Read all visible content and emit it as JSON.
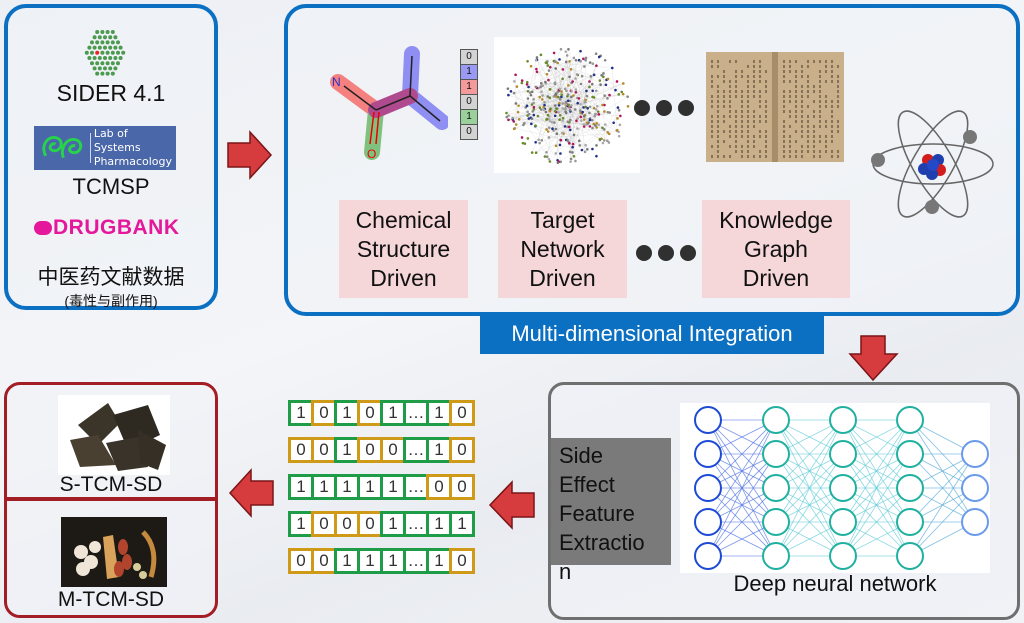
{
  "data_sources": {
    "sider_label": "SIDER 4.1",
    "tcmsp_logo_line1": "Lab of Systems",
    "tcmsp_logo_line2": "Pharmacology",
    "tcmsp_label": "TCMSP",
    "drugbank_label": "DRUGBANK",
    "tcm_literature_label": "中医药文献数据",
    "tcm_literature_sub": "(毒性与副作用)"
  },
  "integration": {
    "molecule_atoms": [
      "N",
      "O"
    ],
    "fingerprint_bits": [
      {
        "value": "0",
        "color": "#d3d3d3"
      },
      {
        "value": "1",
        "color": "#9a9af5"
      },
      {
        "value": "1",
        "color": "#f59a9a"
      },
      {
        "value": "0",
        "color": "#d3d3d3"
      },
      {
        "value": "1",
        "color": "#9ad09a"
      },
      {
        "value": "0",
        "color": "#d3d3d3"
      }
    ],
    "methods": [
      {
        "label": "Chemical Structure Driven"
      },
      {
        "label": "Target Network Driven"
      },
      {
        "label": "Knowledge Graph Driven"
      }
    ],
    "caption": "Multi-dimensional Integration"
  },
  "network": {
    "side_label": "Side Effect Feature Extractio n",
    "side_label_lines": [
      "Side",
      "Effect",
      "Feature",
      "Extractio",
      "n"
    ],
    "caption": "Deep neural network",
    "layers": [
      5,
      5,
      5,
      5,
      3
    ]
  },
  "feature_vectors": [
    [
      "1",
      "0",
      "1",
      "0",
      "1",
      "...",
      "1",
      "0"
    ],
    [
      "0",
      "0",
      "1",
      "0",
      "0",
      "...",
      "1",
      "0"
    ],
    [
      "1",
      "1",
      "1",
      "1",
      "1",
      "...",
      "0",
      "0"
    ],
    [
      "1",
      "0",
      "0",
      "0",
      "1",
      "...",
      "1",
      "1"
    ],
    [
      "0",
      "0",
      "1",
      "1",
      "1",
      "...",
      "1",
      "0"
    ]
  ],
  "outputs": {
    "single_label": "S-TCM-SD",
    "multi_label": "M-TCM-SD"
  },
  "colors": {
    "panel_blue": "#0b6fc2",
    "panel_red": "#a31d24",
    "arrow_red": "#d63b3e",
    "bit_one": "#1e9c48",
    "bit_zero": "#cf9a18",
    "method_bg": "#f5d6d9"
  }
}
